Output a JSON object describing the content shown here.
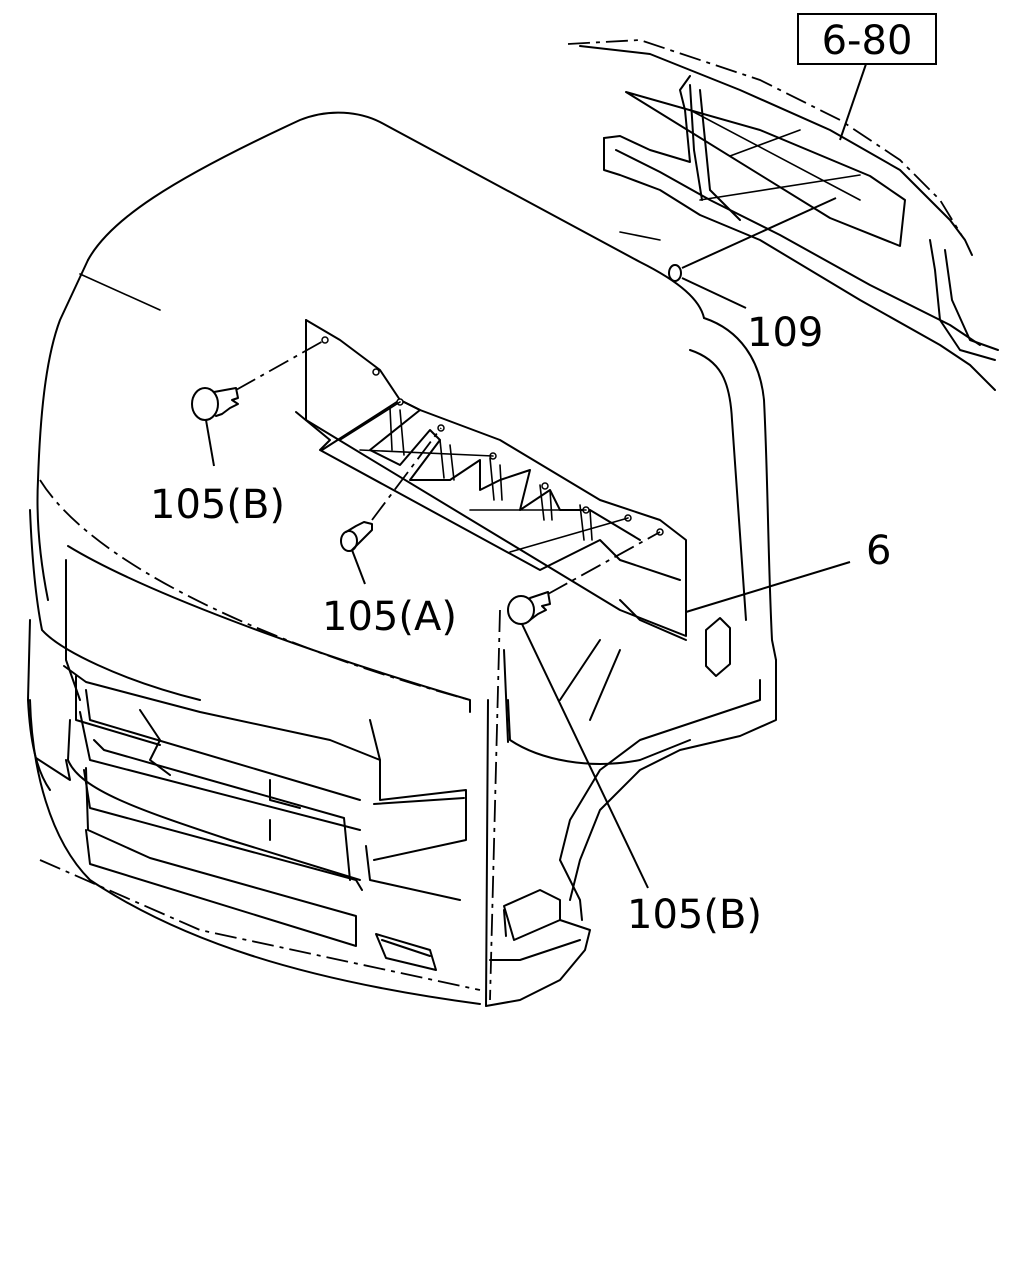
{
  "diagram": {
    "ref_box": "6-80",
    "callouts": {
      "part_109": "109",
      "part_6": "6",
      "part_105b_top": "105(B)",
      "part_105a": "105(A)",
      "part_105b_bottom": "105(B)"
    }
  }
}
